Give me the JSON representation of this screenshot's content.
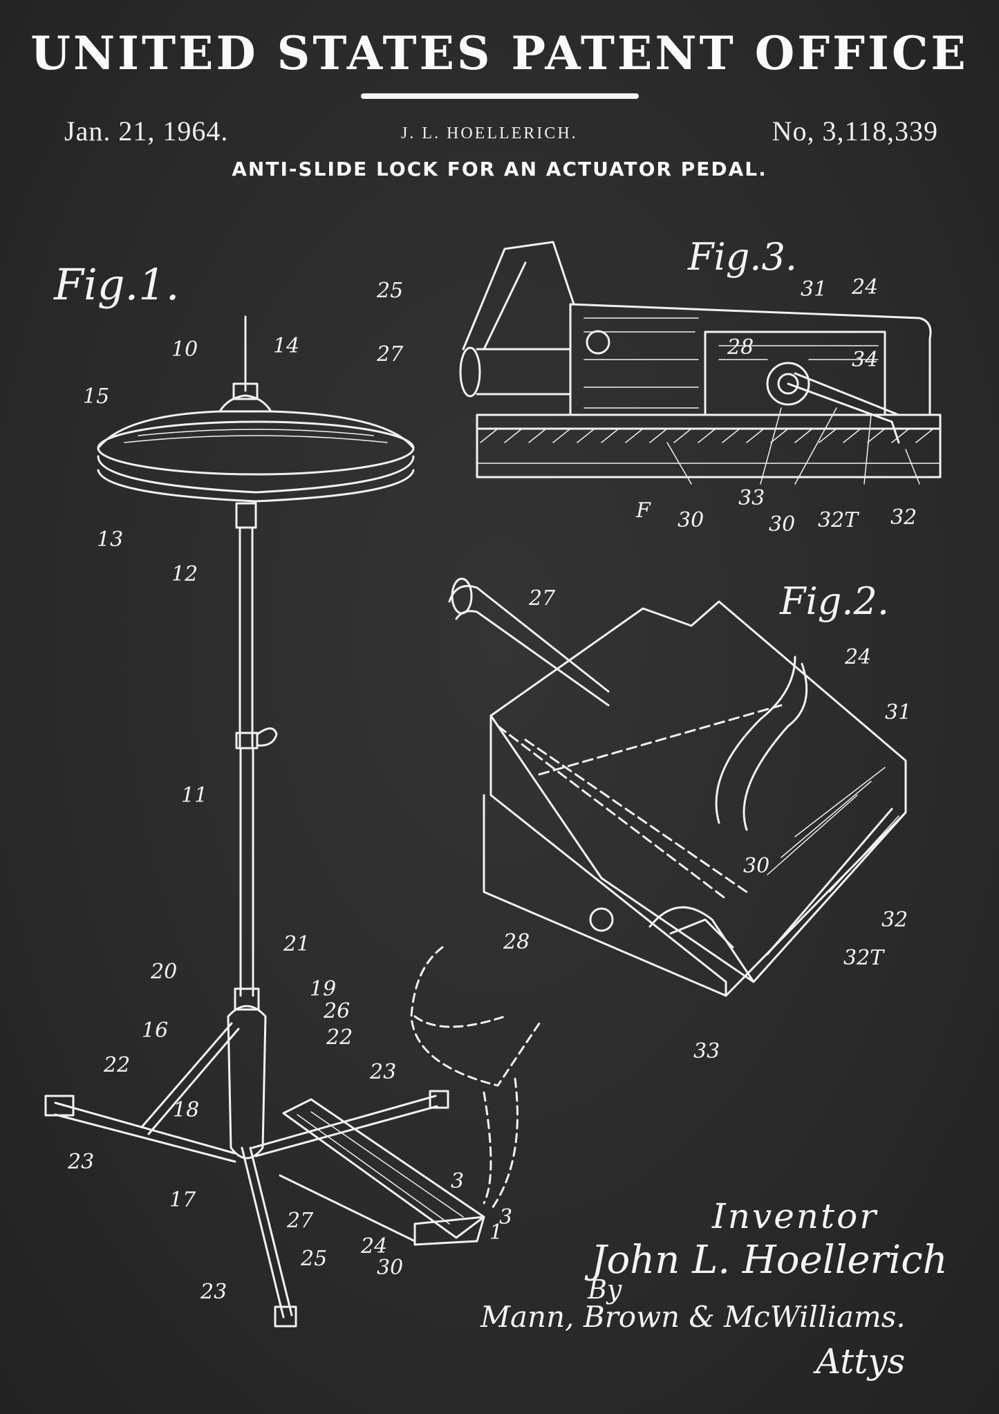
{
  "header": {
    "title": "UNITED STATES PATENT OFFICE",
    "date": "Jan. 21, 1964.",
    "inventor_short": "J. L. HOELLERICH.",
    "patent_number": "No, 3,118,339",
    "subtitle": "ANTI-SLIDE LOCK FOR AN ACTUATOR PEDAL."
  },
  "figures": {
    "fig1": "Fig.1.",
    "fig2": "Fig.2.",
    "fig3": "Fig.3."
  },
  "fig1_labels": [
    "10",
    "14",
    "15",
    "13",
    "12",
    "11",
    "20",
    "21",
    "19",
    "26",
    "22",
    "16",
    "22",
    "23",
    "18",
    "23",
    "17",
    "27",
    "25",
    "24",
    "30",
    "23",
    "3",
    "3",
    "1"
  ],
  "fig2_labels": [
    "27",
    "24",
    "31",
    "30",
    "28",
    "32",
    "32T",
    "33"
  ],
  "fig3_labels": [
    "25",
    "27",
    "31",
    "24",
    "28",
    "34",
    "F",
    "30",
    "33",
    "30",
    "32T",
    "32"
  ],
  "signature": {
    "inventor_label": "Inventor",
    "name": "John L. Hoellerich",
    "by": "By",
    "firm": "Mann, Brown & McWilliams.",
    "attys": "Attys"
  },
  "colors": {
    "background": "#2b2b2b",
    "chalk": "#f2f2f2"
  }
}
